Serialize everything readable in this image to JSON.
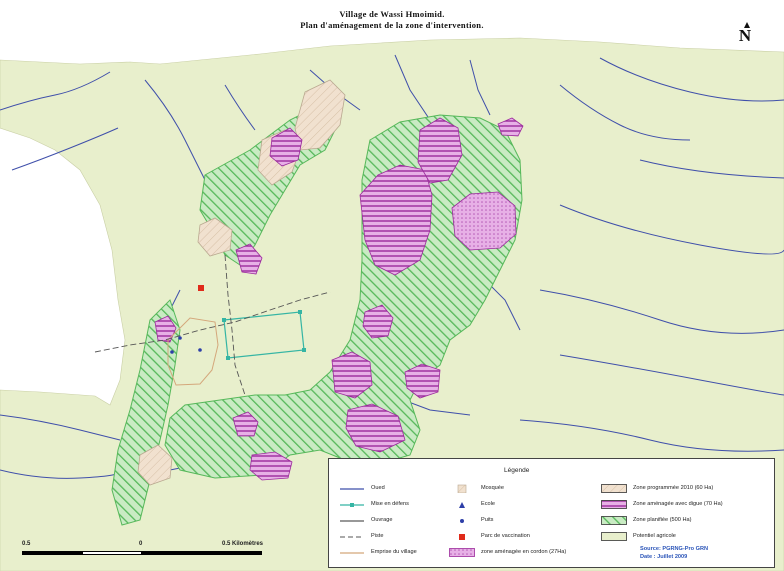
{
  "title": {
    "line1": "Village de Wassi Hmoimid.",
    "line2": "Plan d'aménagement de la zone d'intervention."
  },
  "colors": {
    "background_land": "#e8efcc",
    "white_area": "#ffffff",
    "river": "#3f4faa",
    "green_hatch": "#56b85a",
    "green_fill": "#c9ebc3",
    "magenta_fill": "#e7b0e6",
    "magenta_hatch": "#9b2a9c",
    "tan_fill": "#f1e1cf",
    "teal_track": "#35b5a4",
    "village_outline": "#d4a77b",
    "vaccination_park": "#e02a1a",
    "school": "#2d3fa8",
    "well": "#2d3fa8",
    "scale_bar": "#000000"
  },
  "north_arrow": {
    "label": "N",
    "icon": "north-arrow-icon"
  },
  "scale_bar": {
    "labels": [
      "0.5",
      "0",
      "0.5 Kilomètres"
    ]
  },
  "legend": {
    "title": "Légende",
    "left_column": [
      {
        "symbol": "line-river",
        "label": "Oued"
      },
      {
        "symbol": "line-dikes",
        "label": "Mise en défens"
      },
      {
        "symbol": "line-works",
        "label": "Ouvrage"
      },
      {
        "symbol": "line-track",
        "label": "Piste"
      },
      {
        "symbol": "outline-village",
        "label": "Emprise du village"
      }
    ],
    "middle_column": [
      {
        "symbol": "mosque-icon",
        "label": "Mosquée"
      },
      {
        "symbol": "school-icon",
        "label": "Ecole"
      },
      {
        "symbol": "well-icon",
        "label": "Puits"
      },
      {
        "symbol": "vaccination-park-icon",
        "label": "Parc de vaccination"
      }
    ],
    "cordon_area": {
      "symbol": "swatch-cordon",
      "label": "zone aménagée en cordon (27Ha)"
    },
    "right_column": [
      {
        "symbol": "swatch-tan",
        "label": "Zone programmée 2010 (60 Ha)"
      },
      {
        "symbol": "swatch-magenta",
        "label": "Zone aménagée avec digue (70 Ha)"
      },
      {
        "symbol": "swatch-green",
        "label": "Zone planifiée (500 Ha)"
      },
      {
        "symbol": "swatch-land",
        "label": "Potentiel agricole"
      }
    ],
    "source": {
      "line1": "Source: PGRNG-Pro GRN",
      "line2": "Date    : Juillet 2009"
    }
  }
}
